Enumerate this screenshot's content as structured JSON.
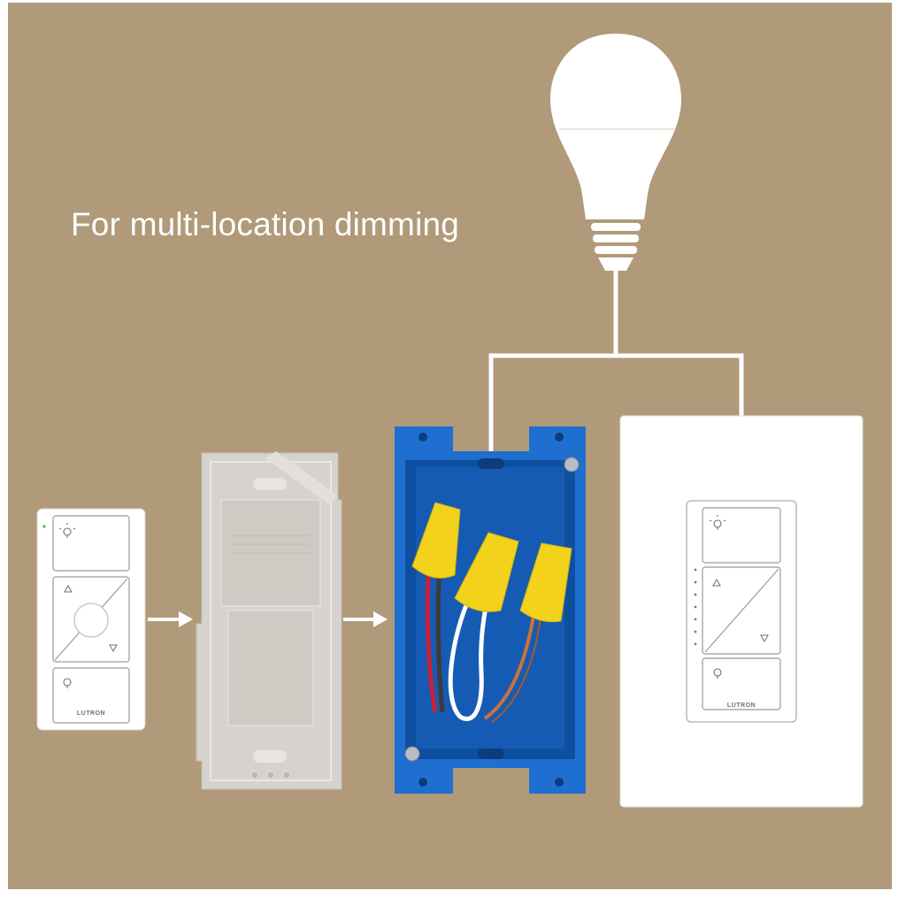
{
  "headline": "For multi-location dimming",
  "pico": {
    "brand": "LUTRON",
    "icons": [
      "light-on-icon",
      "dimmer-control-icon",
      "light-off-icon"
    ]
  },
  "dimmer": {
    "brand": "LUTRON",
    "icons": [
      "light-on-icon",
      "raise-arrow-icon",
      "lower-arrow-icon",
      "light-off-icon"
    ]
  },
  "colors": {
    "background": "#b09a79",
    "box_blue": "#1f6fd0",
    "wire_nut": "#f2d21b",
    "wire_red": "#c8203a",
    "wire_copper": "#c8743a"
  },
  "icons": [
    "light-bulb-icon",
    "arrow-right-icon",
    "wire-nut-icon"
  ]
}
